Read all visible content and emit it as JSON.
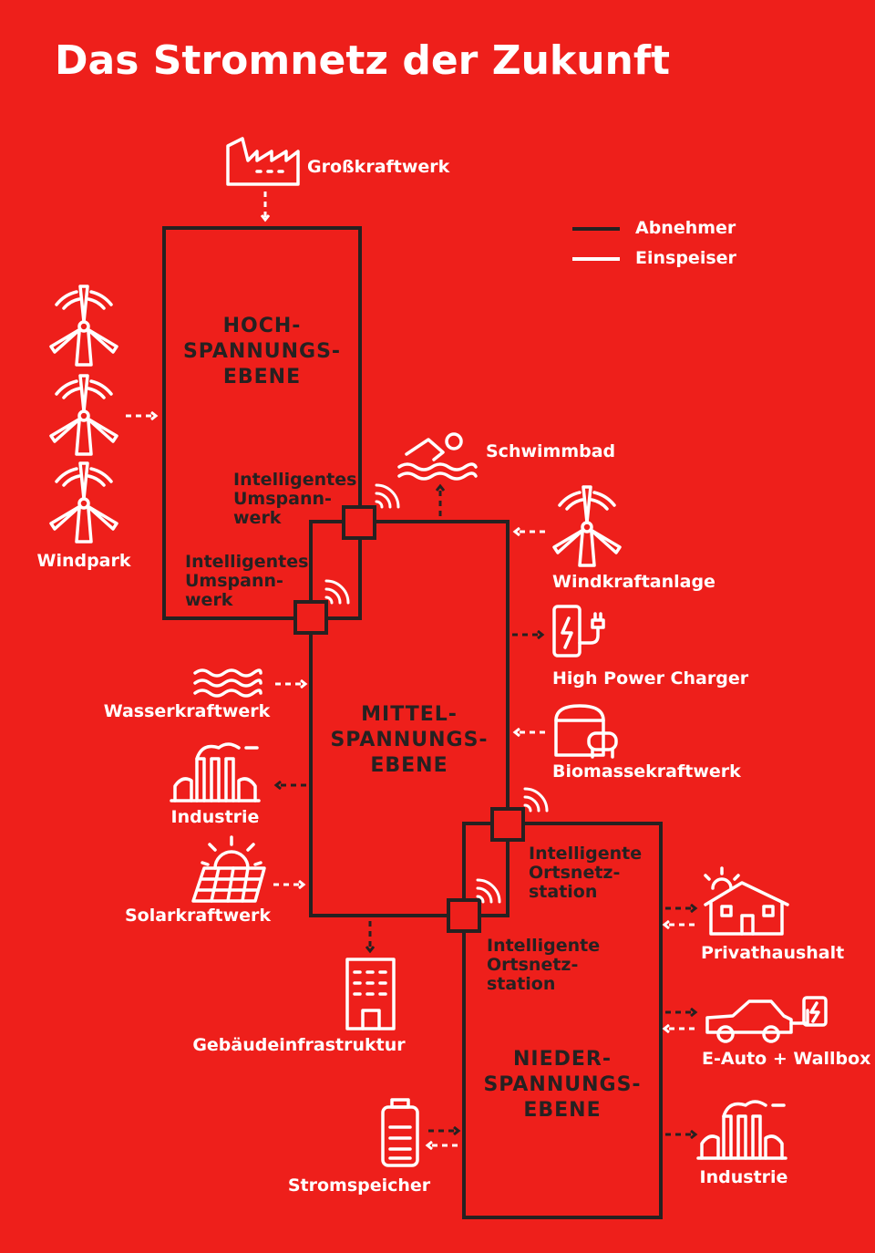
{
  "title": "Das Stromnetz der Zukunft",
  "legend": {
    "consumer": "Abnehmer",
    "feeder": "Einspeiser",
    "colors": {
      "consumer": "#262121",
      "feeder": "#ffffff"
    }
  },
  "levels": {
    "high": [
      "HOCH-",
      "SPANNUNGS-",
      "EBENE"
    ],
    "medium": [
      "MITTEL-",
      "SPANNUNGS-",
      "EBENE"
    ],
    "low": [
      "NIEDER-",
      "SPANNUNGS-",
      "EBENE"
    ]
  },
  "stations": {
    "umspannwerk_1": [
      "Intelligentes",
      "Umspann-",
      "werk"
    ],
    "umspannwerk_2": [
      "Intelligentes",
      "Umspann-",
      "werk"
    ],
    "ortsnetz_1": [
      "Intelligente",
      "Ortsnetz-",
      "station"
    ],
    "ortsnetz_2": [
      "Intelligente",
      "Ortsnetz-",
      "station"
    ]
  },
  "nodes": {
    "grosskraftwerk": "Großkraftwerk",
    "windpark": "Windpark",
    "schwimmbad": "Schwimmbad",
    "windkraftanlage": "Windkraftanlage",
    "high_power_charger": "High Power Charger",
    "biomassekraftwerk": "Biomassekraftwerk",
    "wasserkraftwerk": "Wasserkraftwerk",
    "industrie_medium": "Industrie",
    "solarkraftwerk": "Solarkraftwerk",
    "gebaeudeinfrastruktur": "Gebäudeinfrastruktur",
    "privathaushalt": "Privathaushalt",
    "e_auto_wallbox": "E-Auto + Wallbox",
    "industrie_low": "Industrie",
    "stromspeicher": "Stromspeicher"
  },
  "icons": {
    "grosskraftwerk": "factory-icon",
    "windpark": "wind-turbine-icon",
    "schwimmbad": "swimmer-icon",
    "windkraftanlage": "wind-turbine-icon",
    "high_power_charger": "charging-station-icon",
    "biomassekraftwerk": "biogas-tank-icon",
    "wasserkraftwerk": "water-waves-icon",
    "industrie": "industrial-plant-icon",
    "solarkraftwerk": "solar-panel-icon",
    "gebaeudeinfrastruktur": "office-building-icon",
    "privathaushalt": "house-with-solar-icon",
    "e_auto_wallbox": "electric-car-icon",
    "stromspeicher": "battery-icon",
    "smart_station": "wireless-signal-icon"
  }
}
